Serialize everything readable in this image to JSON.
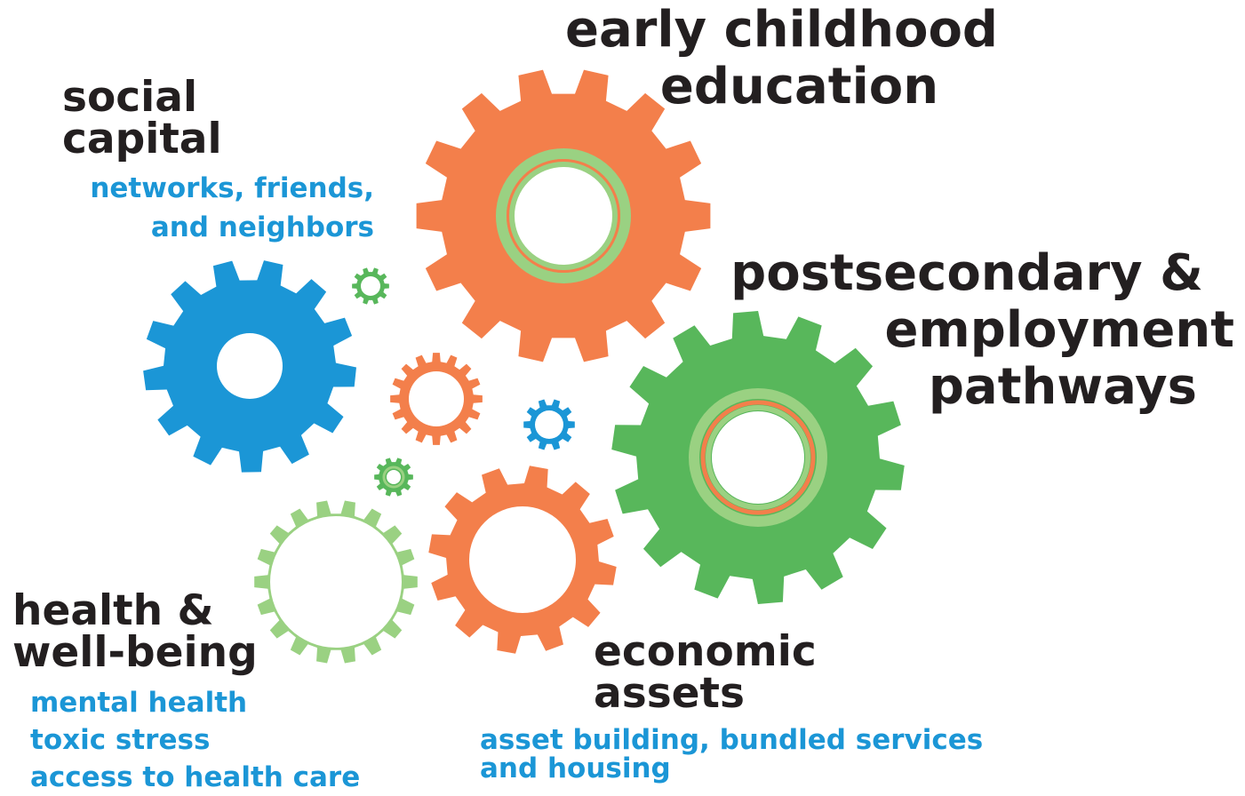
{
  "colors": {
    "orange": "#f37f4b",
    "blue": "#1b96d6",
    "green": "#58b75b",
    "light_green": "#9ad182",
    "text_dark": "#231f20",
    "text_blue": "#1b96d6"
  },
  "labels": {
    "early_childhood": [
      "early childhood",
      "education"
    ],
    "social_capital": {
      "title": [
        "social",
        "capital"
      ],
      "sub": [
        "networks, friends,",
        "and neighbors"
      ]
    },
    "postsecondary": [
      "postsecondary &",
      "employment",
      "pathways"
    ],
    "health": {
      "title": [
        "health &",
        "well-being"
      ],
      "sub": [
        "mental health",
        "toxic stress",
        "access to health care"
      ]
    },
    "economic": {
      "title": [
        "economic",
        "assets"
      ],
      "sub": [
        "asset building, bundled services",
        "and housing"
      ]
    }
  },
  "gears": [
    {
      "name": "early-childhood-gear",
      "color": "orange",
      "style": "solid-ring"
    },
    {
      "name": "social-capital-gear",
      "color": "blue",
      "style": "solid"
    },
    {
      "name": "postsecondary-gear",
      "color": "green",
      "style": "solid-ring"
    },
    {
      "name": "health-gear",
      "color": "light_green",
      "style": "outline"
    },
    {
      "name": "economic-assets-gear",
      "color": "orange",
      "style": "outline"
    },
    {
      "name": "small-orange-gear",
      "color": "orange",
      "style": "outline"
    },
    {
      "name": "small-blue-gear",
      "color": "blue",
      "style": "outline"
    },
    {
      "name": "tiny-green-gear-top",
      "color": "green",
      "style": "outline"
    },
    {
      "name": "tiny-green-gear-bottom",
      "color": "green",
      "style": "solid"
    }
  ]
}
